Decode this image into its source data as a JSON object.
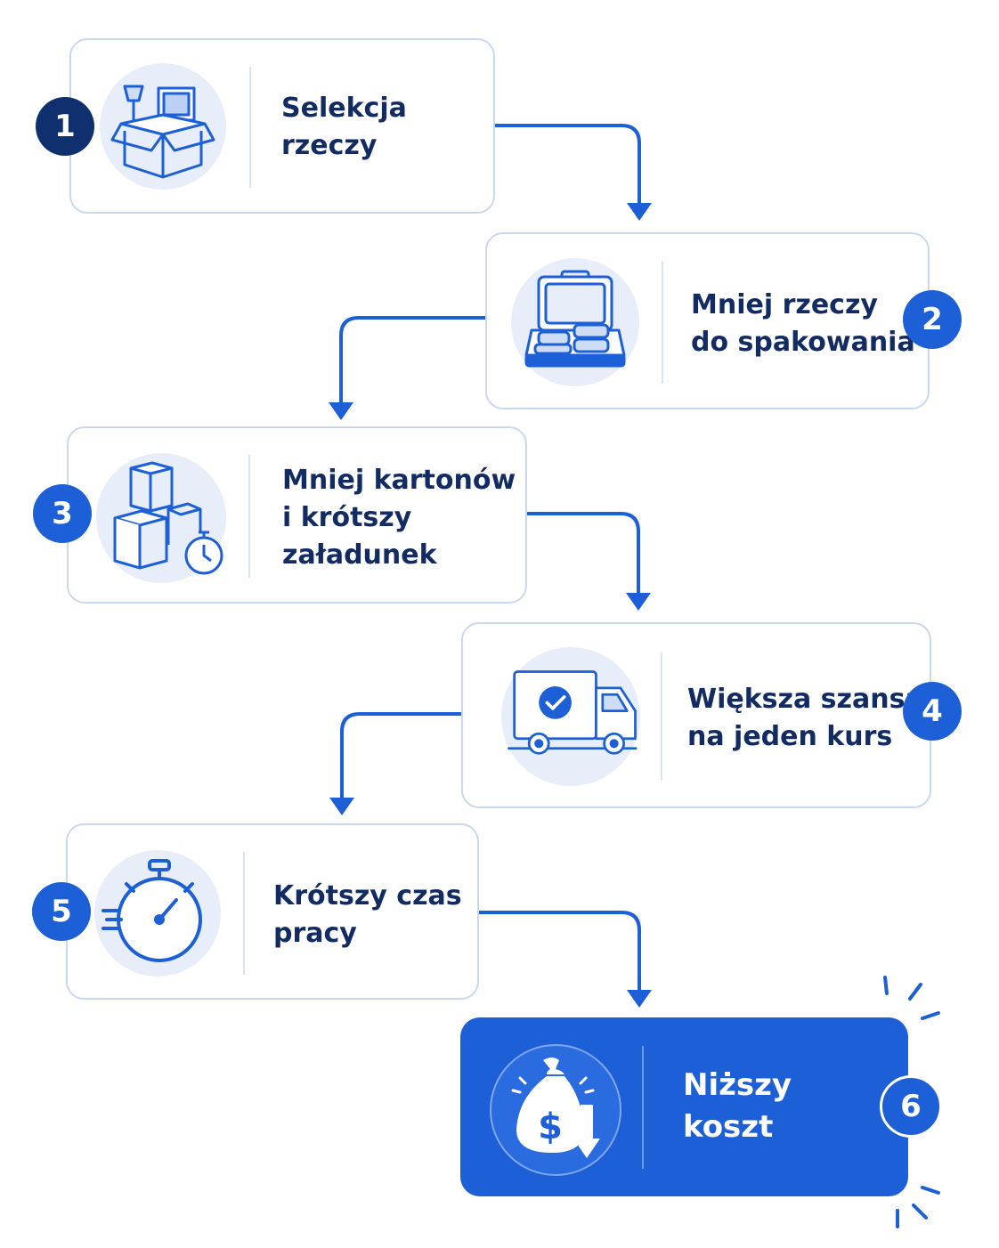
{
  "steps": [
    {
      "number": "1",
      "label": "Selekcja\nrzeczy",
      "icon": "box-with-items-icon"
    },
    {
      "number": "2",
      "label": "Mniej rzeczy\ndo spakowania",
      "icon": "open-suitcase-icon"
    },
    {
      "number": "3",
      "label": "Mniej kartonów\ni krótszy\nzaładunek",
      "icon": "boxes-stopwatch-icon"
    },
    {
      "number": "4",
      "label": "Większa szansa\nna jeden kurs",
      "icon": "truck-check-icon"
    },
    {
      "number": "5",
      "label": "Krótszy czas\npracy",
      "icon": "stopwatch-icon"
    },
    {
      "number": "6",
      "label": "Niższy\nkoszt",
      "icon": "money-bag-down-icon"
    }
  ],
  "colors": {
    "primary": "#1d5fd6",
    "dark": "#0f2f6e",
    "text": "#122c63",
    "border": "#c9d8f1",
    "icon_bg": "#e7eefa"
  }
}
